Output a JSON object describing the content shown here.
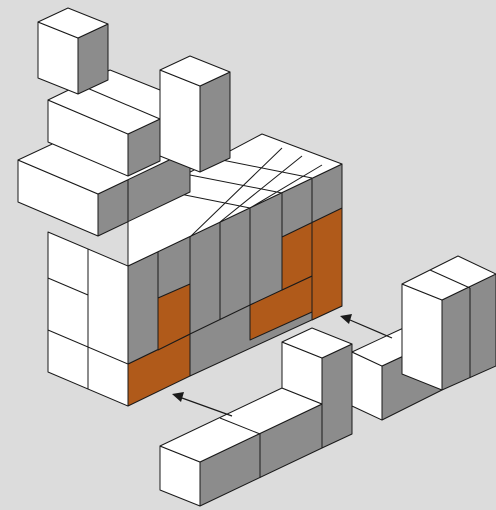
{
  "colors": {
    "background": "#dcdcdc",
    "top_face": "#ffffff",
    "left_face": "#ffffff",
    "right_face": "#8c8c8c",
    "highlight": "#b05a1a",
    "line": "#1a1a1a"
  },
  "structure": {
    "main_assembly": "cube-structure-with-orange-gaps",
    "piece_a": "straight-piece-with-raised-end",
    "piece_b": "l-shaped-piece-with-tall-column"
  }
}
